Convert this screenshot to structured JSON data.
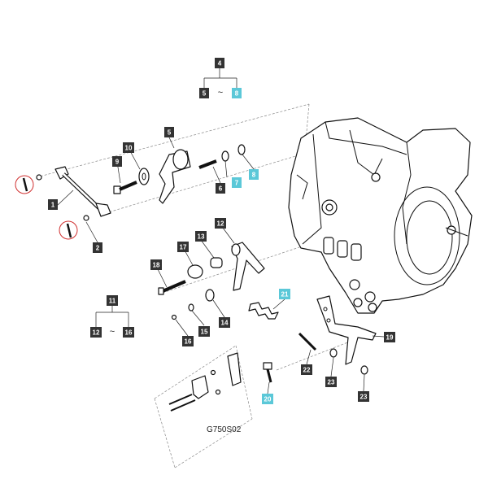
{
  "diagram_code": "G750S02",
  "colors": {
    "label_dark": "#333333",
    "label_highlight": "#5bc8d8",
    "label_text": "#ffffff"
  },
  "labels": {
    "l4": "4",
    "l5": "5",
    "tilde_top": "~",
    "l8_top": "8",
    "l5_part": "5",
    "l9": "9",
    "l10": "10",
    "l6": "6",
    "l7": "7",
    "l8": "8",
    "l1": "1",
    "l2": "2",
    "l12_part": "12",
    "l13": "13",
    "l17": "17",
    "l18": "18",
    "l14": "14",
    "l15": "15",
    "l16_part": "16",
    "l11": "11",
    "l12_grp": "12",
    "tilde_grp": "~",
    "l16_grp": "16",
    "l21": "21",
    "l19": "19",
    "l22": "22",
    "l23a": "23",
    "l23b": "23",
    "l20": "20"
  }
}
